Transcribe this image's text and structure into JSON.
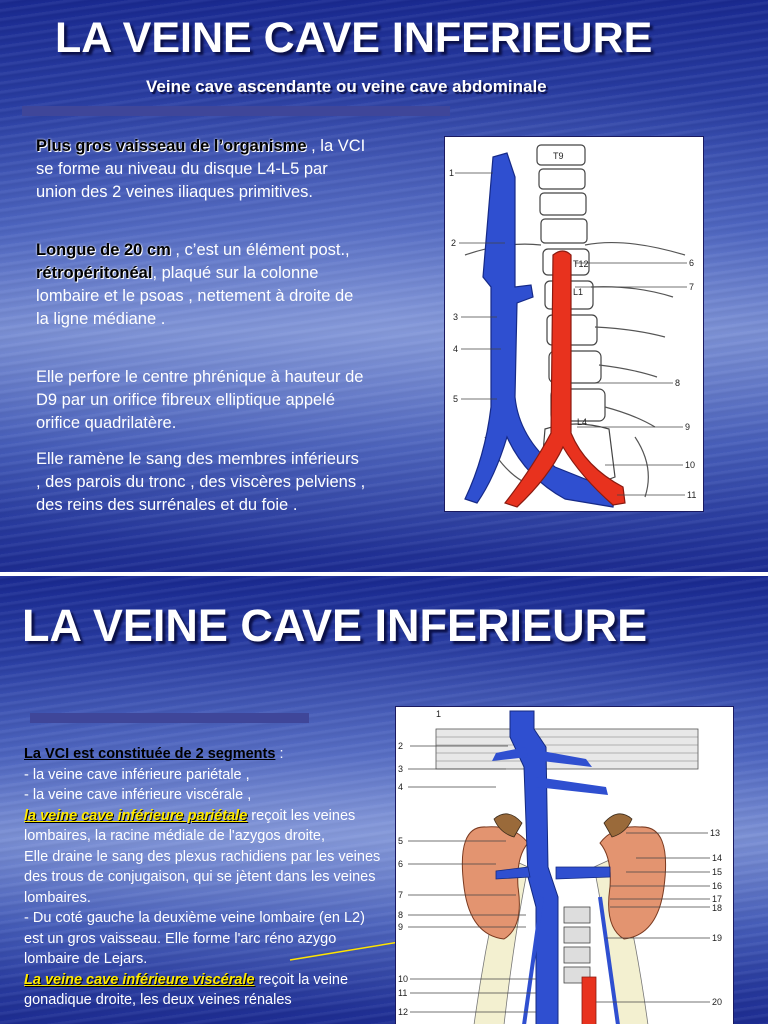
{
  "slide1": {
    "title": "LA VEINE CAVE INFERIEURE",
    "subtitle": "Veine cave ascendante ou veine cave abdominale",
    "para1_strong": "Plus gros vaisseau de l’organisme",
    "para1_rest": ", la VCI se forme au niveau du disque L4-L5 par union des 2 veines iliaques primitives.",
    "para2_strong": "Longue de 20 cm",
    "para2_mid": ", c’est un élément post.,",
    "para2_strong2": "rétropéritonéal",
    "para2_rest": ", plaqué sur la colonne lombaire et le psoas , nettement à droite de la ligne médiane .",
    "para3": "Elle perfore le centre phrénique à hauteur de D9 par un orifice fibreux elliptique appelé orifice quadrilatère.",
    "para4": "Elle ramène le sang des membres inférieurs , des parois du tronc , des viscères pelviens , des reins des surrénales et du foie .",
    "figure_labels": [
      "1",
      "2",
      "3",
      "4",
      "5",
      "6",
      "7",
      "8",
      "9",
      "10",
      "11"
    ],
    "figure_vertebra_labels": [
      "T9",
      "T12",
      "L1",
      "L4"
    ]
  },
  "slide2": {
    "title": "LA VEINE CAVE INFERIEURE",
    "segments_heading": "La VCI est constituée de 2 segments",
    "colon": ":",
    "line1": "- la veine cave inférieure pariétale ,",
    "line2": "- la veine cave inférieure viscérale ,",
    "parietal_label": "la veine cave inférieure pariétale",
    "parietal_text": "reçoit les veines lombaires, la racine médiale de l'azygos droite,",
    "drain_text": "Elle draine le sang des plexus rachidiens par les veines des trous de conjugaison, qui se jètent dans les veines lombaires.",
    "left_text": "- Du coté gauche la deuxième veine lombaire (en L2) est un gros vaisseau. Elle forme l'arc réno azygo lombaire de Lejars.",
    "visceral_label": "La veine cave inférieure viscérale",
    "visceral_text": "reçoit la veine gonadique droite, les deux veines rénales",
    "figure_left_labels": [
      "1",
      "2",
      "3",
      "4",
      "5",
      "6",
      "7",
      "8",
      "9",
      "10",
      "11",
      "12"
    ],
    "figure_right_labels": [
      "13",
      "14",
      "15",
      "16",
      "17",
      "18",
      "19",
      "20"
    ]
  },
  "colors": {
    "title": "#ffffff",
    "bar": "#3f4699",
    "vein_blue": "#2f4fd0",
    "artery_red": "#e8321e",
    "kidney": "#e39470",
    "highlight_yellow": "#ffea00"
  }
}
